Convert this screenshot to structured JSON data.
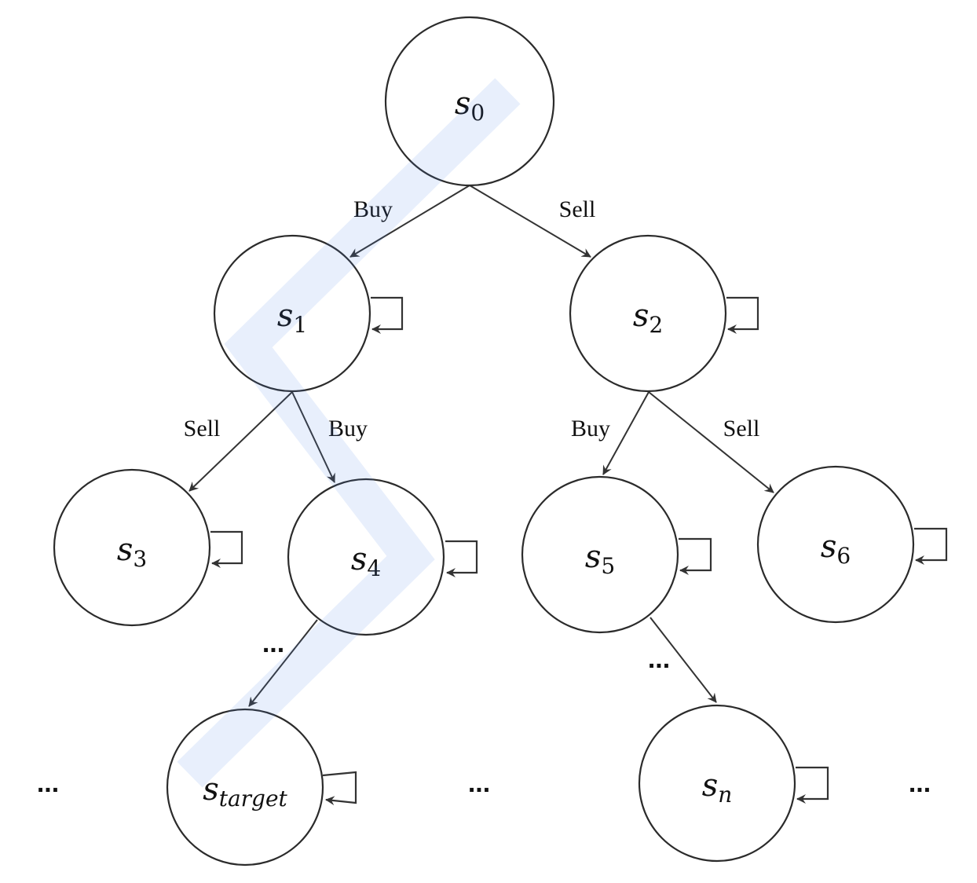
{
  "nodes": [
    {
      "id": "s0",
      "base": "s",
      "sub": "0"
    },
    {
      "id": "s1",
      "base": "s",
      "sub": "1"
    },
    {
      "id": "s2",
      "base": "s",
      "sub": "2"
    },
    {
      "id": "s3",
      "base": "s",
      "sub": "3"
    },
    {
      "id": "s4",
      "base": "s",
      "sub": "4"
    },
    {
      "id": "s5",
      "base": "s",
      "sub": "5"
    },
    {
      "id": "s6",
      "base": "s",
      "sub": "6"
    },
    {
      "id": "starget",
      "base": "s",
      "sub": "target"
    },
    {
      "id": "sn",
      "base": "s",
      "sub": "n"
    }
  ],
  "edges": [
    {
      "from": "s0",
      "to": "s1",
      "label": "Buy"
    },
    {
      "from": "s0",
      "to": "s2",
      "label": "Sell"
    },
    {
      "from": "s1",
      "to": "s3",
      "label": "Sell"
    },
    {
      "from": "s1",
      "to": "s4",
      "label": "Buy"
    },
    {
      "from": "s2",
      "to": "s5",
      "label": "Buy"
    },
    {
      "from": "s2",
      "to": "s6",
      "label": "Sell"
    },
    {
      "from": "s4",
      "to": "starget",
      "label": "..."
    },
    {
      "from": "s5",
      "to": "sn",
      "label": "..."
    }
  ],
  "self_loops": [
    "s1",
    "s2",
    "s3",
    "s4",
    "s5",
    "s6",
    "starget",
    "sn"
  ],
  "ellipses": [
    "...",
    "...",
    "...",
    "..."
  ],
  "highlight_path": [
    "s0",
    "s1",
    "s4",
    "starget"
  ],
  "colors": {
    "stroke": "#2b2b2b",
    "highlight": "#4a86e8",
    "background": "#ffffff"
  }
}
